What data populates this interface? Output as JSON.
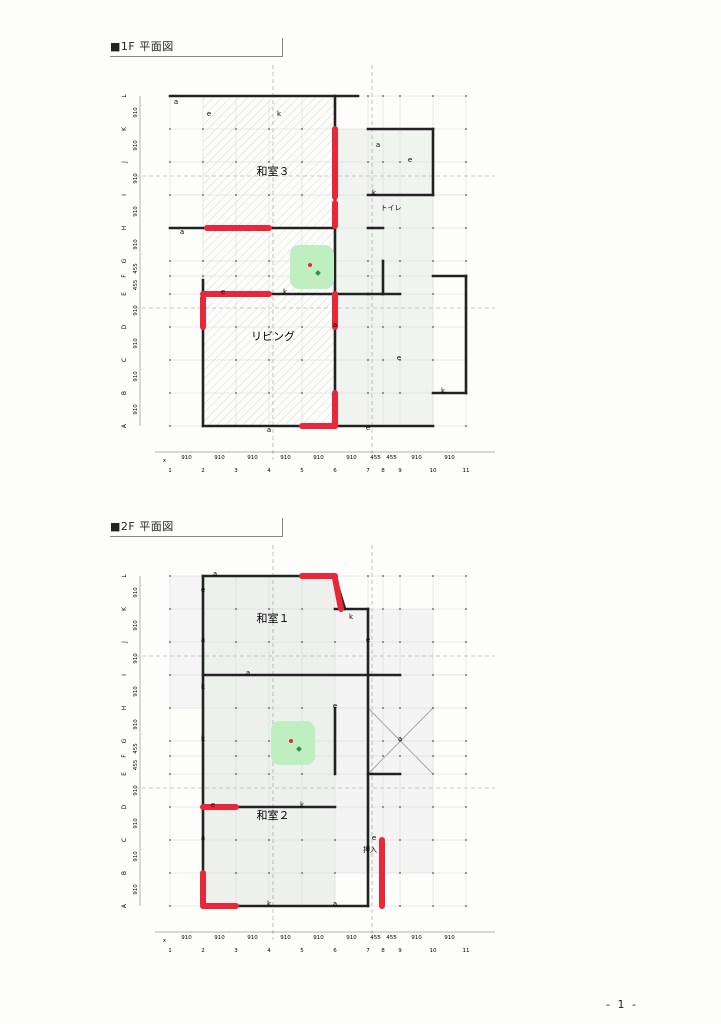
{
  "page_number": "- 1 -",
  "plans": [
    {
      "id": "1F",
      "title": "■1F 平面図",
      "rows": [
        "L",
        "K",
        "J",
        "I",
        "H",
        "G",
        "F",
        "E",
        "D",
        "C",
        "B",
        "A"
      ],
      "row_dims": [
        "910",
        "910",
        "910",
        "910",
        "910",
        "455",
        "455",
        "910",
        "910",
        "910",
        "910"
      ],
      "cols": [
        "1",
        "2",
        "3",
        "4",
        "5",
        "6",
        "7",
        "8",
        "9",
        "10",
        "11"
      ],
      "col_dims": [
        "910",
        "910",
        "910",
        "910",
        "910",
        "910",
        "455",
        "455",
        "910",
        "910"
      ],
      "rooms": [
        {
          "name": "和室３"
        },
        {
          "name": "トイレ"
        },
        {
          "name": "リビング"
        }
      ],
      "marks": [
        "a",
        "e",
        "k"
      ]
    },
    {
      "id": "2F",
      "title": "■2F 平面図",
      "rows": [
        "L",
        "K",
        "J",
        "I",
        "H",
        "G",
        "F",
        "E",
        "D",
        "C",
        "B",
        "A"
      ],
      "row_dims": [
        "910",
        "910",
        "910",
        "910",
        "910",
        "455",
        "455",
        "910",
        "910",
        "910",
        "910"
      ],
      "cols": [
        "1",
        "2",
        "3",
        "4",
        "5",
        "6",
        "7",
        "8",
        "9",
        "10",
        "11"
      ],
      "col_dims": [
        "910",
        "910",
        "910",
        "910",
        "910",
        "910",
        "455",
        "455",
        "910",
        "910"
      ],
      "rooms": [
        {
          "name": "和室１"
        },
        {
          "name": "和室２"
        },
        {
          "name": "押入"
        }
      ],
      "marks": [
        "a",
        "e",
        "k"
      ]
    }
  ],
  "colors": {
    "wall": "#222222",
    "brace": "#e8283a",
    "center": "#bfeec0",
    "hatch": "#c9c9c9",
    "grid": "#777777"
  }
}
